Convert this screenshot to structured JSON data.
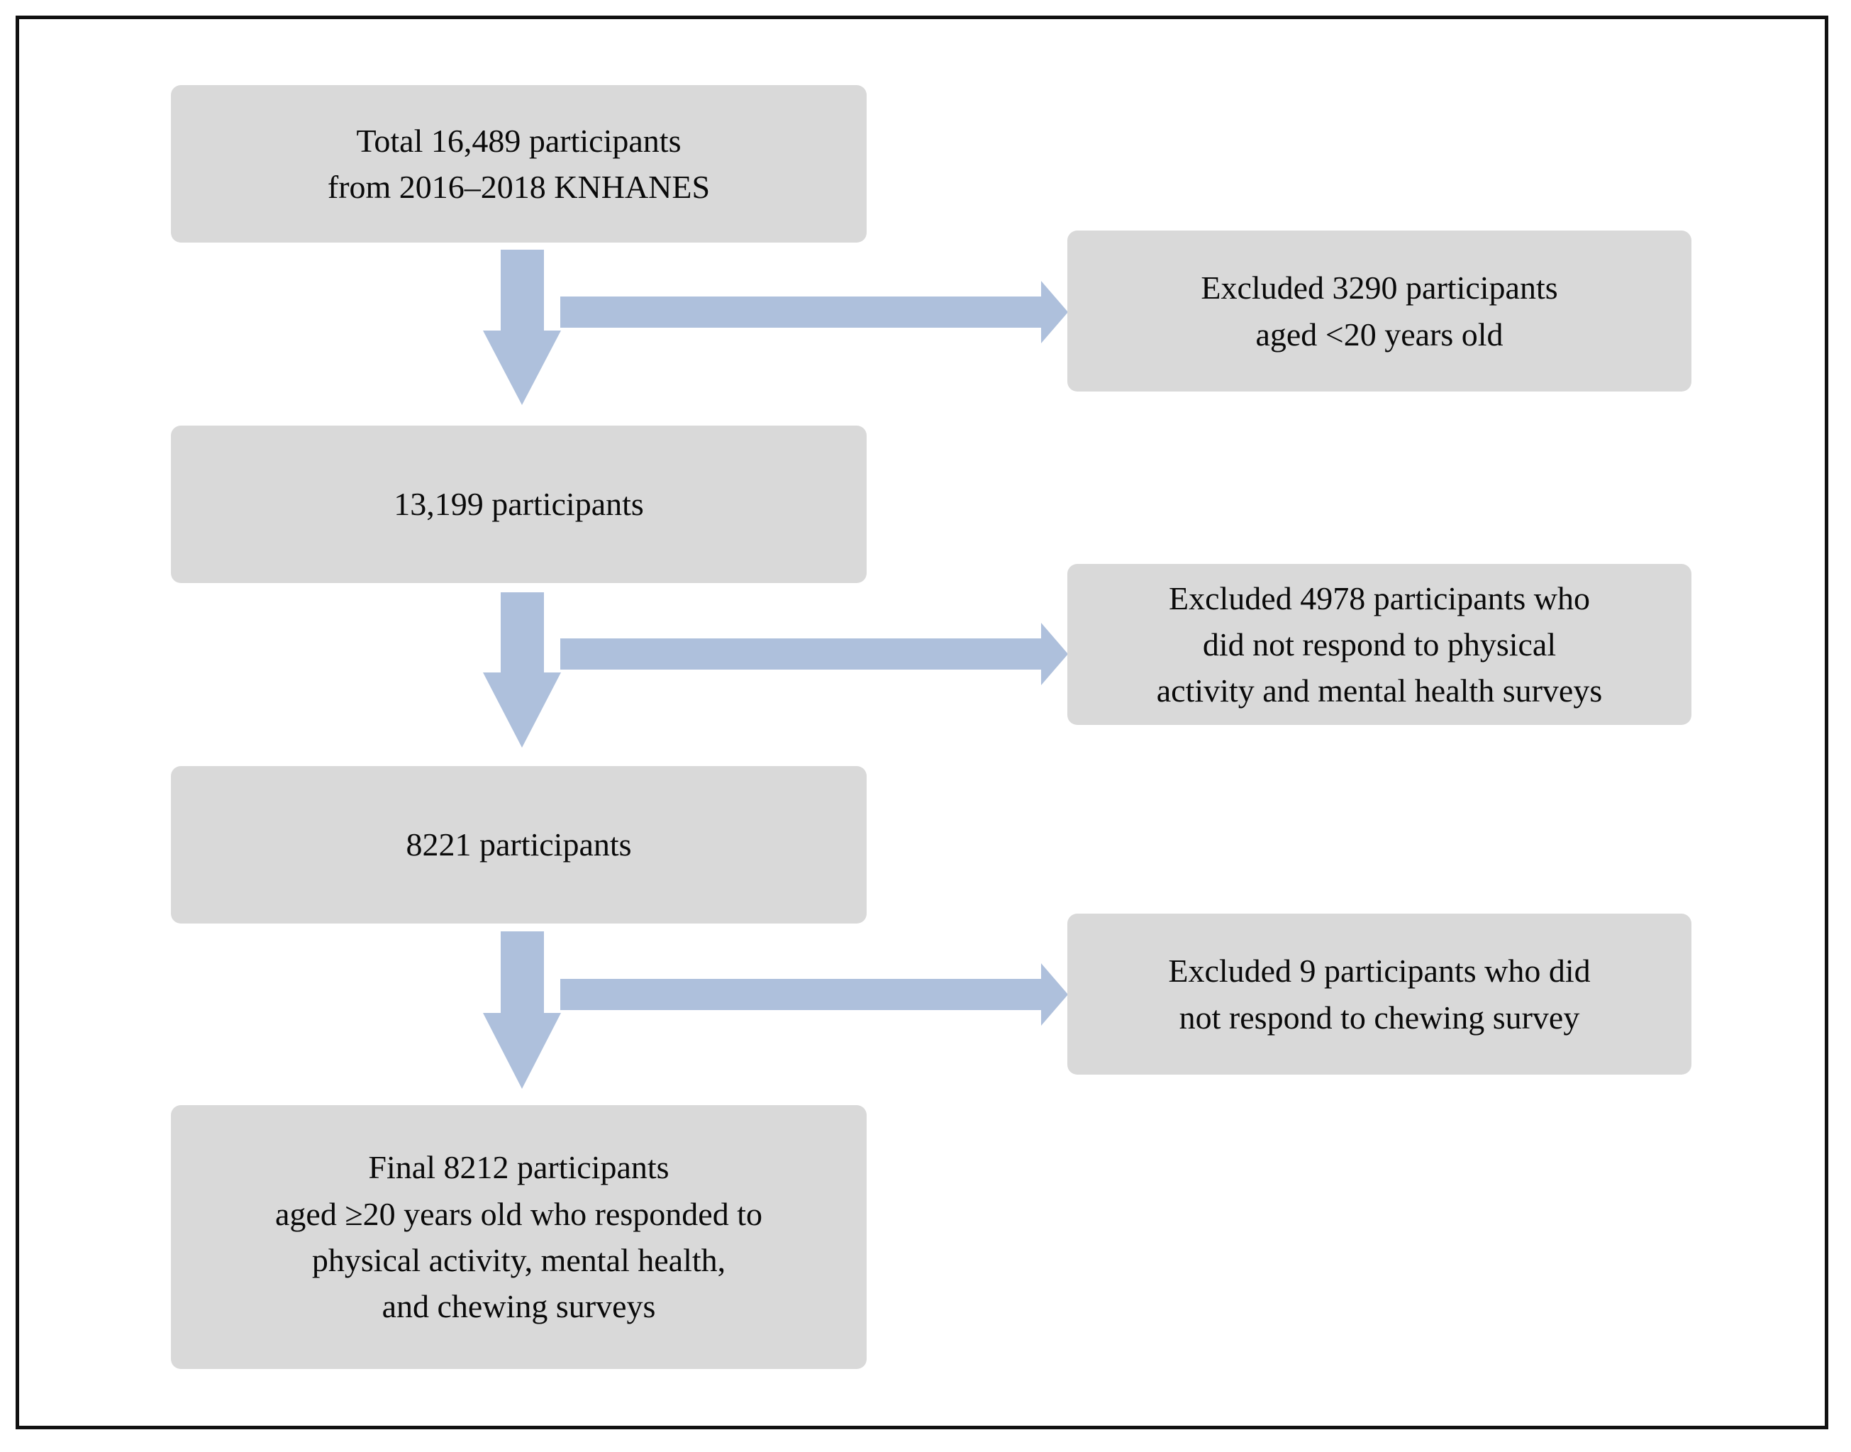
{
  "figure": {
    "type": "participant-flow-diagram",
    "border_color": "#111111",
    "node_fill": "#d9d9d9",
    "arrow_fill": "#aec0dc",
    "background": "#ffffff"
  },
  "flow": {
    "nodes": [
      {
        "id": "total",
        "role": "cohort",
        "lines": [
          "Total 16,489 participants",
          "from 2016–2018 KNHANES"
        ]
      },
      {
        "id": "after-age",
        "role": "cohort",
        "lines": [
          "13,199 participants"
        ]
      },
      {
        "id": "after-surveys",
        "role": "cohort",
        "lines": [
          "8221 participants"
        ]
      },
      {
        "id": "final",
        "role": "cohort",
        "lines": [
          "Final 8212 participants",
          "aged ≥20 years old who responded to",
          "physical activity, mental health,",
          "and chewing surveys"
        ]
      }
    ],
    "exclusions": [
      {
        "id": "excl-age",
        "role": "exclusion",
        "lines": [
          "Excluded 3290 participants",
          "aged <20 years old"
        ]
      },
      {
        "id": "excl-surveys",
        "role": "exclusion",
        "lines": [
          "Excluded 4978 participants who",
          "did not respond to physical",
          "activity and mental health surveys"
        ]
      },
      {
        "id": "excl-chewing",
        "role": "exclusion",
        "lines": [
          "Excluded 9 participants who did",
          "not respond to chewing survey"
        ]
      }
    ],
    "connectors": [
      {
        "id": "down-1",
        "kind": "down-arrow"
      },
      {
        "id": "right-1",
        "kind": "right-arrow"
      },
      {
        "id": "down-2",
        "kind": "down-arrow"
      },
      {
        "id": "right-2",
        "kind": "right-arrow"
      },
      {
        "id": "down-3",
        "kind": "down-arrow"
      },
      {
        "id": "right-3",
        "kind": "right-arrow"
      }
    ]
  }
}
